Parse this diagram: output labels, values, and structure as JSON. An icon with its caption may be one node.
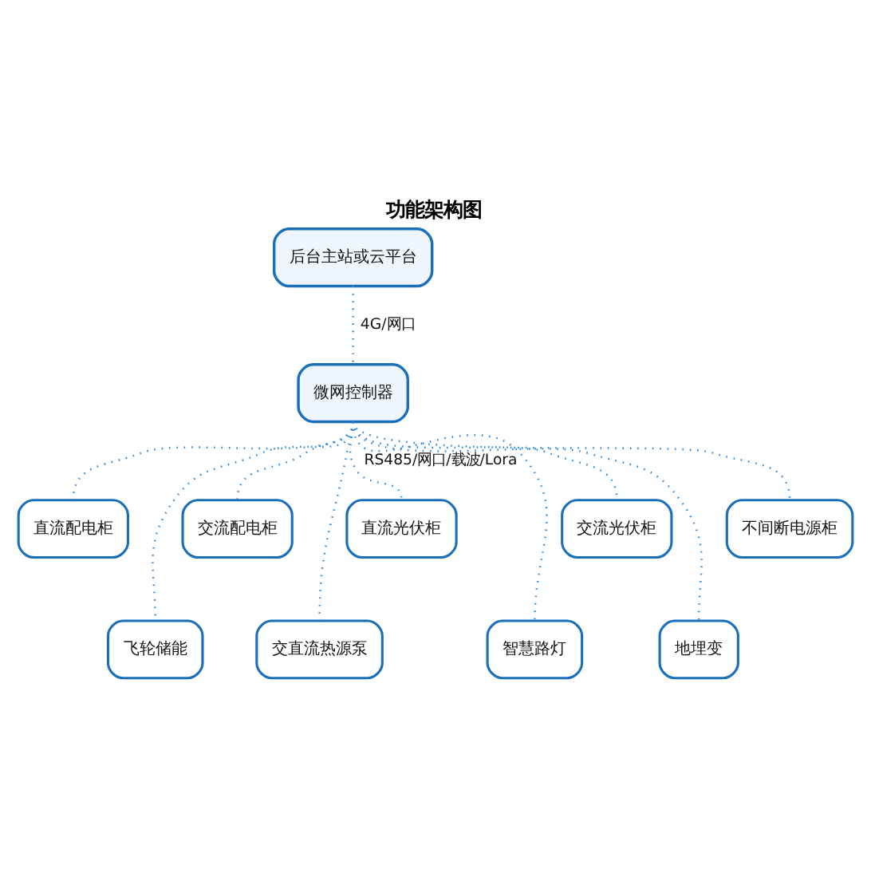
{
  "diagram": {
    "title": "功能架构图",
    "nodes": [
      {
        "text": [
          "后台主站或云平台"
        ]
      },
      {
        "text": [
          "微网控制器"
        ]
      },
      {
        "text": [
          "直流配电柜"
        ]
      },
      {
        "text": [
          "交流配电柜"
        ]
      },
      {
        "text": [
          "直流光伏柜"
        ]
      },
      {
        "text": [
          "交流光伏柜"
        ]
      },
      {
        "text": [
          "不间断电源柜"
        ]
      },
      {
        "text": [
          "飞轮储能"
        ]
      },
      {
        "text": [
          "交直流热源泵"
        ]
      },
      {
        "text": [
          "智慧路灯"
        ]
      },
      {
        "text": [
          "地埋变"
        ]
      }
    ],
    "edges": [
      {
        "from": 0,
        "to": 1,
        "arrow": "none",
        "label": "4G/网口"
      },
      {
        "from": 1,
        "to": 2,
        "arrow": "none"
      },
      {
        "from": 1,
        "to": 7,
        "arrow": "none"
      },
      {
        "from": 1,
        "to": 3,
        "arrow": "none"
      },
      {
        "from": 1,
        "to": 8,
        "arrow": "none"
      },
      {
        "from": 1,
        "to": 4,
        "arrow": "none",
        "label": "RS485/网口/载波/Lora"
      },
      {
        "from": 1,
        "to": 9,
        "arrow": "none"
      },
      {
        "from": 1,
        "to": 5,
        "arrow": "none"
      },
      {
        "from": 1,
        "to": 10,
        "arrow": "none"
      },
      {
        "from": 1,
        "to": 6,
        "arrow": "none"
      }
    ]
  }
}
